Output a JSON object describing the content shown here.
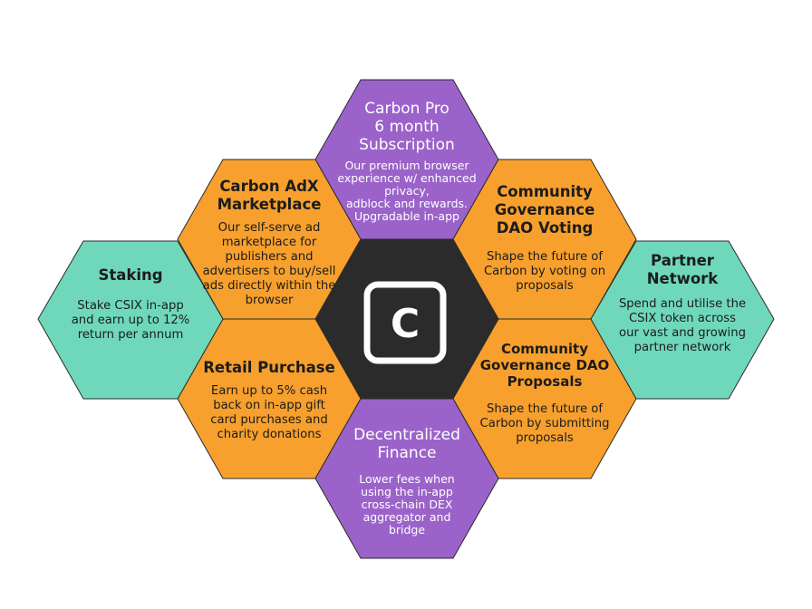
{
  "colors": {
    "orange": "#F7A02D",
    "purple": "#9B63C9",
    "teal": "#6FD8BB",
    "center": "#2B2B2B",
    "logo": "#FFFFFF"
  },
  "center": {
    "logo_letter": "C",
    "icon": "carbon-logo-icon"
  },
  "hexes": {
    "carbon_pro": {
      "title": "Carbon Pro\n6 month\nSubscription",
      "desc": "Our premium browser\nexperience w/ enhanced\nprivacy,\nadblock and rewards.\nUpgradable in-app"
    },
    "adx": {
      "title": "Carbon AdX\nMarketplace",
      "desc": "Our self-serve ad\nmarketplace for\npublishers and\nadvertisers to buy/sell\nads directly within the\nbrowser"
    },
    "dao_voting": {
      "title": "Community\nGovernance\nDAO Voting",
      "desc": "Shape the future of\nCarbon by voting on\nproposals"
    },
    "staking": {
      "title": "Staking",
      "desc": "Stake CSIX in-app\nand earn up to 12%\nreturn per annum"
    },
    "partner": {
      "title": "Partner\nNetwork",
      "desc": "Spend and utilise the\nCSIX token across\nour vast and growing\npartner network"
    },
    "retail": {
      "title": "Retail Purchase",
      "desc": "Earn up to 5% cash\nback on in-app gift\ncard purchases and\ncharity donations"
    },
    "dao_proposals": {
      "title": "Community\nGovernance DAO\nProposals",
      "desc": "Shape the future of\nCarbon by submitting\nproposals"
    },
    "defi": {
      "title": "Decentralized\nFinance",
      "desc": "Lower fees when\nusing the in-app\ncross-chain DEX\naggregator and\nbridge"
    }
  }
}
